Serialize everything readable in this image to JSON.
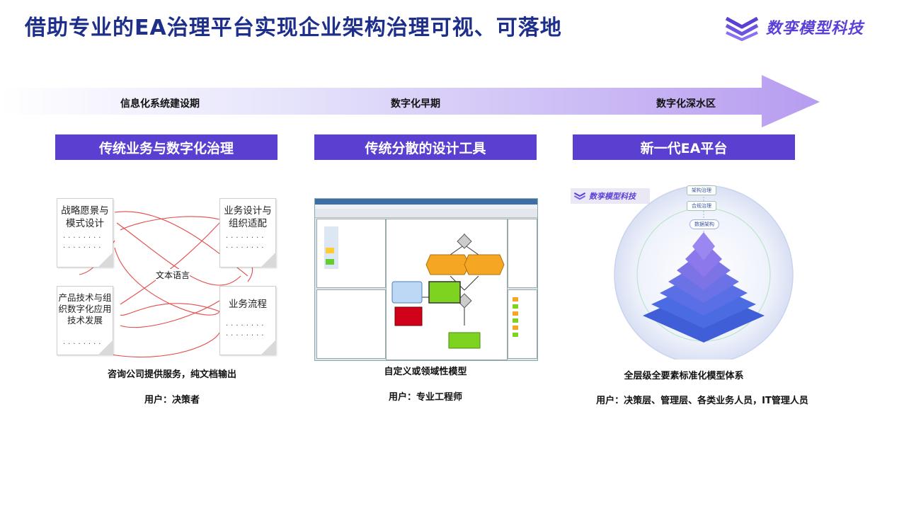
{
  "title": "借助专业的EA治理平台实现企业架构治理可视、可落地",
  "brand": {
    "name": "数孪模型科技",
    "icon": "stacked-layers-logo-icon"
  },
  "timeline": {
    "phases": [
      "信息化系统建设期",
      "数字化早期",
      "数字化深水区"
    ]
  },
  "columns": [
    {
      "header": "传统业务与数字化治理",
      "docs": [
        "战略愿景与模式设计",
        "业务设计与组织适配",
        "产品技术与组织数字化应用技术发展",
        "业务流程"
      ],
      "center_label": "文本语言",
      "caption": "咨询公司提供服务，纯文档输出",
      "users": "用户：决策者"
    },
    {
      "header": "传统分散的设计工具",
      "caption": "自定义或领域性模型",
      "users": "用户：专业工程师"
    },
    {
      "header": "新一代EA平台",
      "badge": "数孪模型科技",
      "stack_labels": [
        "架构治理",
        "合规治理",
        "数据架构"
      ],
      "caption": "全层级全要素标准化模型体系",
      "users": "用户：决策层、管理层、各类业务人员，IT管理人员"
    }
  ],
  "colors": {
    "title": "#1d2f8a",
    "header_bg": "#5a3fd0",
    "brand": "#5b3fd6",
    "arrow_start": "#ffffff",
    "arrow_end": "#b79cf0"
  }
}
